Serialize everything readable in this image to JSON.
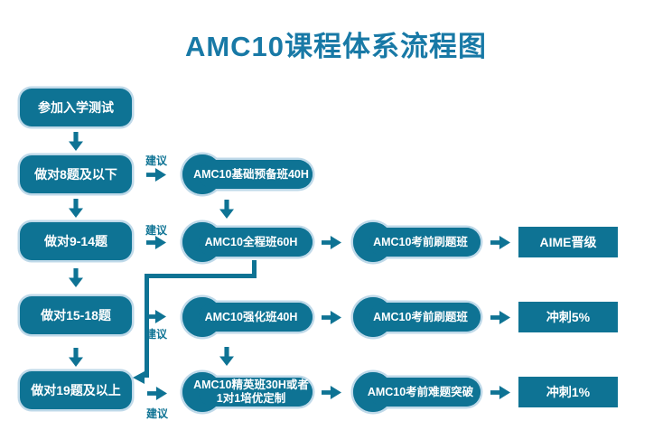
{
  "title": "AMC10课程体系流程图",
  "suggest": "建议",
  "nodes": {
    "entry": "参加入学测试",
    "score_8_below": "做对8题及以下",
    "score_9_14": "做对9-14题",
    "score_15_18": "做对15-18题",
    "score_19_up": "做对19题及以上",
    "course_basic": "AMC10基础预备班40H",
    "course_full": "AMC10全程班60H",
    "course_intensive": "AMC10强化班40H",
    "course_elite_line1": "AMC10精英班30H或者",
    "course_elite_line2": "1对1培优定制",
    "drill_after_full": "AMC10考前刷题班",
    "drill_after_intensive": "AMC10考前刷题班",
    "hard_breakthrough": "AMC10考前难题突破",
    "aime": "AIME晋级",
    "sprint_5": "冲刺5%",
    "sprint_1": "冲刺1%"
  },
  "colors": {
    "node_fill": "#0E7394",
    "node_outline": "#BFD9E9",
    "title_text": "#1879A6",
    "node_text": "#FFFFFF"
  }
}
